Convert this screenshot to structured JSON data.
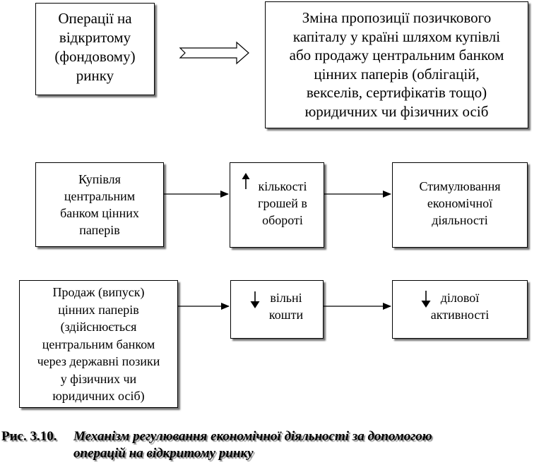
{
  "top": {
    "left_box": [
      "Операції на",
      "відкритому",
      "(фондовому)",
      "ринку"
    ],
    "right_box": [
      "Зміна пропозиції позичкового",
      "капіталу у країні шляхом купівлі",
      "або продажу центральним банком",
      "цінних паперів (облігацій,",
      "векселів, сертифікатів тощо)",
      "юридичних чи фізичних осіб"
    ]
  },
  "row1": {
    "buy_box": [
      "Купівля",
      "центральним",
      "банком цінних",
      "паперів"
    ],
    "money_box": [
      "кількості",
      "грошей в",
      "обороті"
    ],
    "money_arrow_icon": "arrow-up",
    "stimulation_box": [
      "Стимулювання",
      "економічної",
      "діяльності"
    ]
  },
  "row2": {
    "sale_box": [
      "Продаж (випуск)",
      "цінних паперів",
      "(здійснюється",
      "центральним банком",
      "через державні позики",
      "у фізичних чи",
      "юридичних осіб)"
    ],
    "free_funds_box": [
      "вільні",
      "кошти"
    ],
    "free_funds_arrow_icon": "arrow-down",
    "business_box": [
      "ділової",
      "активності"
    ],
    "business_arrow_icon": "arrow-down"
  },
  "caption": {
    "label": "Рис. 3.10.",
    "line1": "Механізм регулювання економічної діяльності за допомогою",
    "line2": "операцій на відкритому ринку"
  }
}
